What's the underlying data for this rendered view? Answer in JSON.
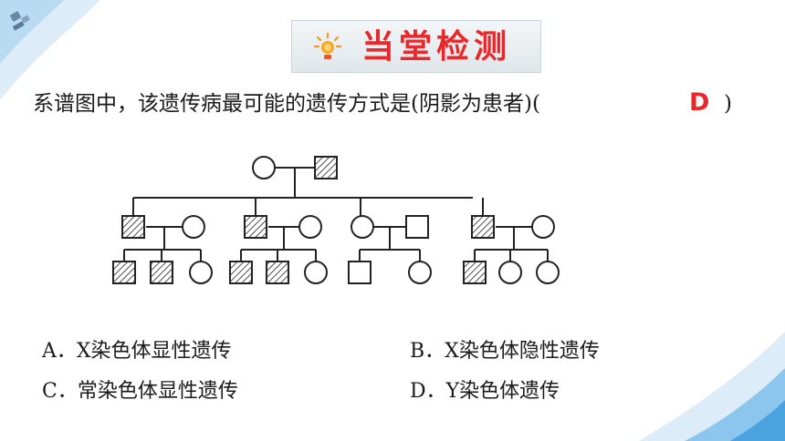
{
  "banner": {
    "title": "当堂检测"
  },
  "question": {
    "text": "系谱图中，该遗传病最可能的遗传方式是(阴影为患者)(",
    "answer": "D",
    "close": ")"
  },
  "options": [
    {
      "letter": "A．",
      "text": "X染色体显性遗传"
    },
    {
      "letter": "B．",
      "text": "X染色体隐性遗传"
    },
    {
      "letter": "C．",
      "text": "常染色体显性遗传"
    },
    {
      "letter": "D．",
      "text": "Y染色体遗传"
    }
  ],
  "colors": {
    "title": "#e8282a",
    "answer": "#e8282a",
    "text": "#1a1a1a",
    "decor": "#4aa3df"
  }
}
